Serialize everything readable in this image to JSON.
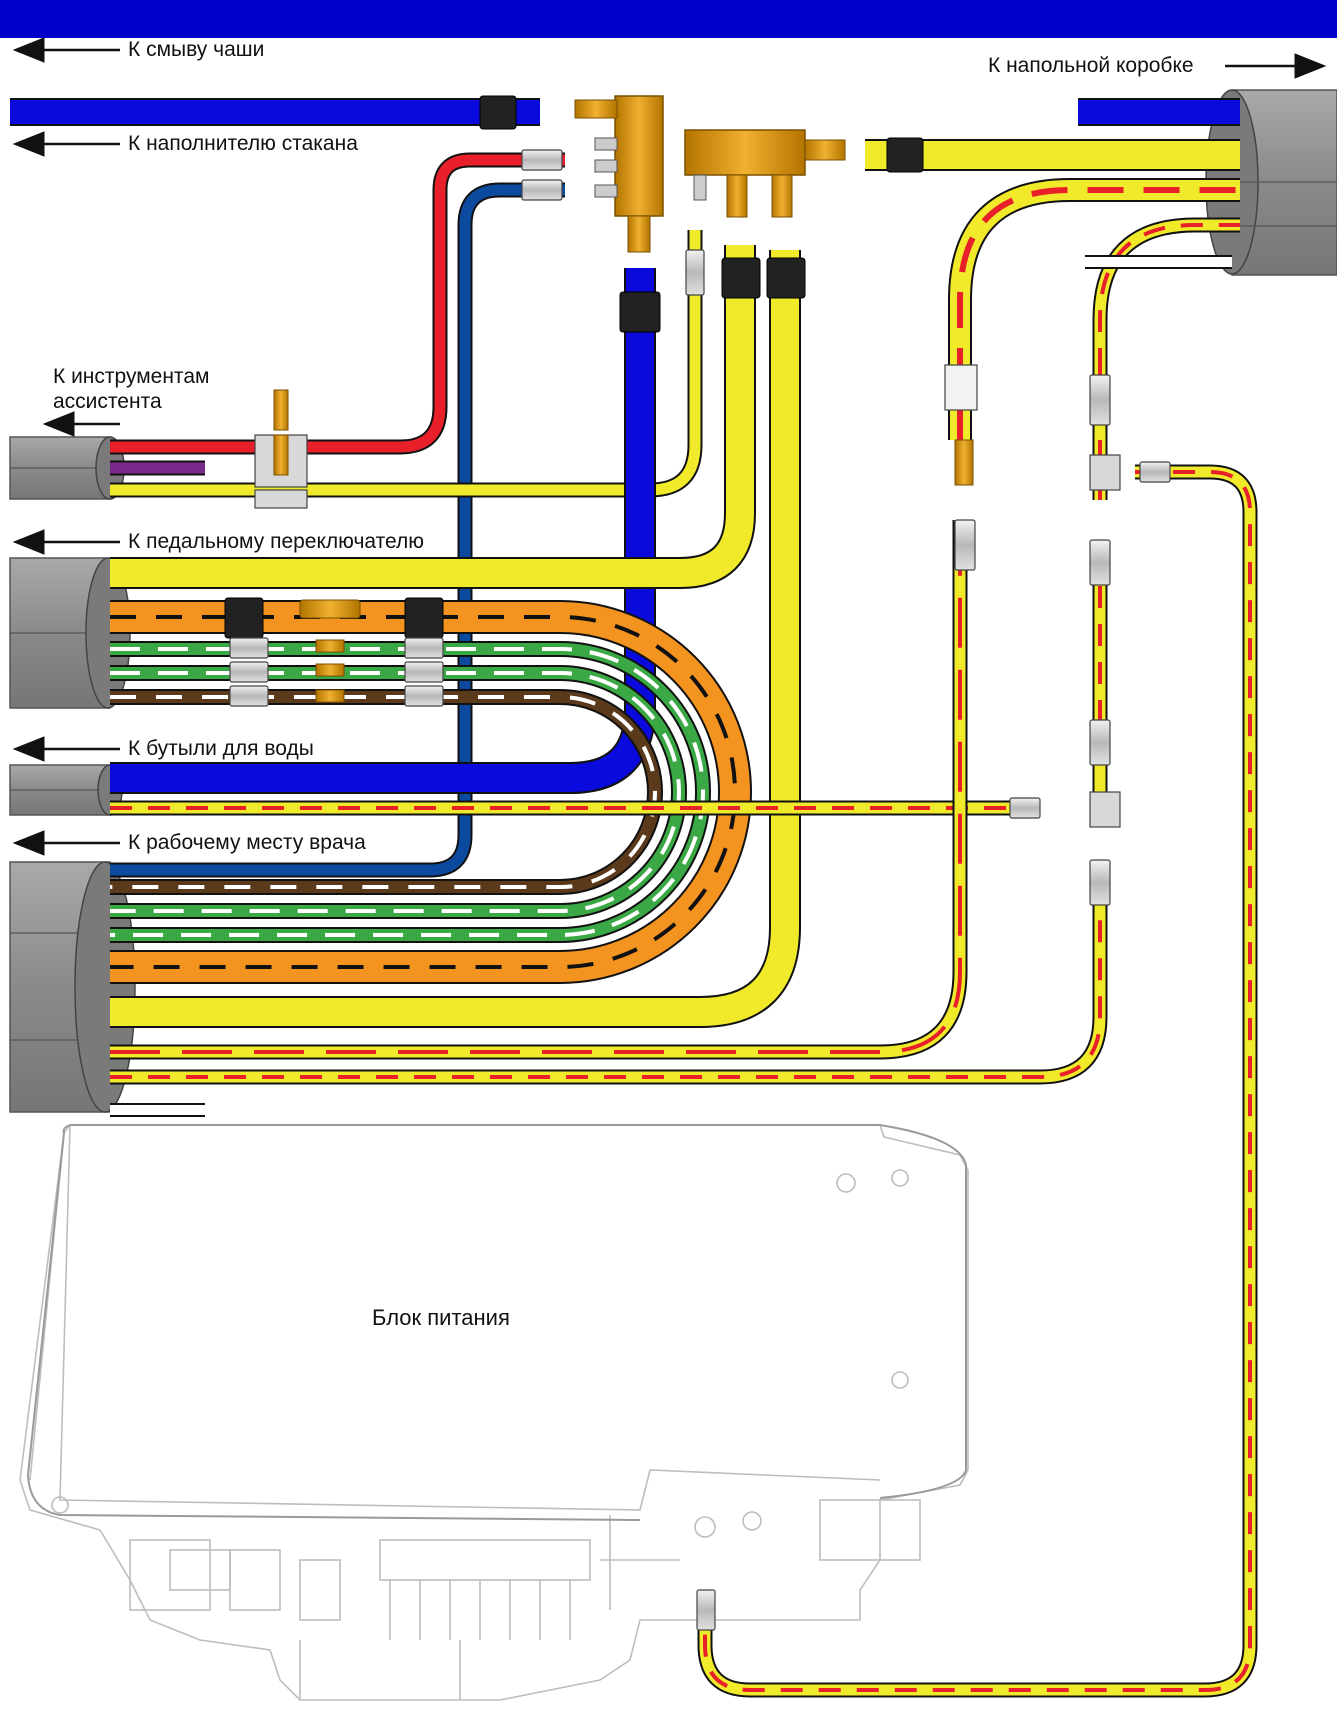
{
  "labels": {
    "bowl_rinse": "К смыву чаши",
    "floor_box": "К напольной коробке",
    "cup_filler": "К наполнителю стакана",
    "assistant_line1": "К инструментам",
    "assistant_line2": "ассистента",
    "foot_switch": "К педальному переключателю",
    "water_bottle": "К бутыли для воды",
    "doctor_place": "К рабочему месту врача",
    "power_unit": "Блок питания"
  },
  "colors": {
    "top_bar": "#0000cc",
    "blue_tube": "#0a0adc",
    "dark_blue_tube": "#0b4a9e",
    "red_tube": "#e8202a",
    "yellow_tube": "#f0ea2a",
    "orange_tube": "#f39320",
    "green_tube": "#3aa845",
    "brown_tube": "#5a3a1a",
    "purple_tube": "#7a2a8a",
    "grey_sheath": "#8c8c8c",
    "brass": "#d99000",
    "dash_red": "#e8202a"
  },
  "icons": {
    "arrow_left": "arrow-left-icon",
    "arrow_right": "arrow-right-icon"
  }
}
